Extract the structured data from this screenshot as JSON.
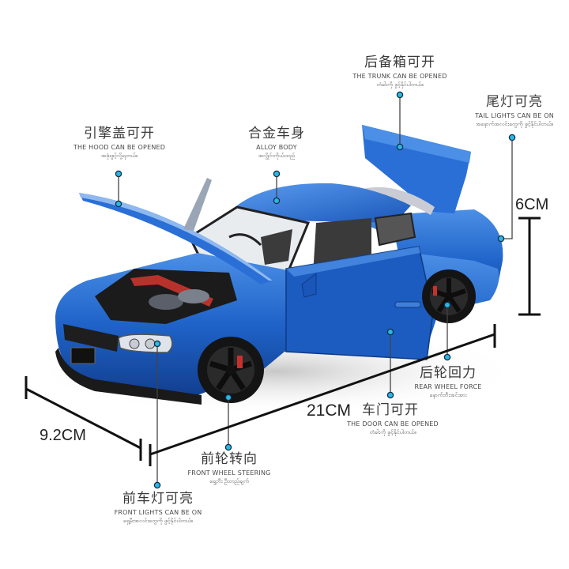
{
  "colors": {
    "car_body": "#1f63c9",
    "car_body_dark": "#123f8f",
    "car_body_light": "#4b8fe6",
    "callout_dot": "#2bb6e6",
    "callout_line": "#333333",
    "dimension_line": "#111111",
    "background": "#ffffff"
  },
  "callouts": [
    {
      "id": "trunk",
      "zh": "后备箱可开",
      "en": "THE TRUNK CAN BE OPENED",
      "my": "တံခါးကို ဖွင့်နိုင်ပါတယ်။"
    },
    {
      "id": "tail_lights",
      "zh": "尾灯可亮",
      "en": "TAIL LIGHTS CAN BE ON",
      "my": "အနောက်အလင်းတွေကို ဖွင့်နိုင်ပါတယ်။"
    },
    {
      "id": "hood",
      "zh": "引擎盖可开",
      "en": "THE HOOD CAN BE OPENED",
      "my": "အဖုံးဖွင့်လို့ရတယ်။"
    },
    {
      "id": "alloy_body",
      "zh": "合金车身",
      "en": "ALLOY BODY",
      "my": "အလွိုင်းကိုယ်ထည်"
    },
    {
      "id": "rear_wheel",
      "zh": "后轮回力",
      "en": "REAR WHEEL FORCE",
      "my": "နောက်ဘီးအင်အား"
    },
    {
      "id": "door",
      "zh": "车门可开",
      "en": "THE DOOR CAN BE OPENED",
      "my": "တံခါးကို ဖွင့်နိုင်ပါတယ်။"
    },
    {
      "id": "front_wheel",
      "zh": "前轮转向",
      "en": "FRONT WHEEL STEERING",
      "my": "ရှေ့ဘီး ဦးတည်ချက်"
    },
    {
      "id": "front_lights",
      "zh": "前车灯可亮",
      "en": "FRONT LIGHTS CAN BE ON",
      "my": "ရှေ့မီးအလင်းတွေကို ဖွင့်နိုင်ပါတယ်။"
    }
  ],
  "dimensions": {
    "height": "6CM",
    "length": "21CM",
    "width": "9.2CM"
  }
}
